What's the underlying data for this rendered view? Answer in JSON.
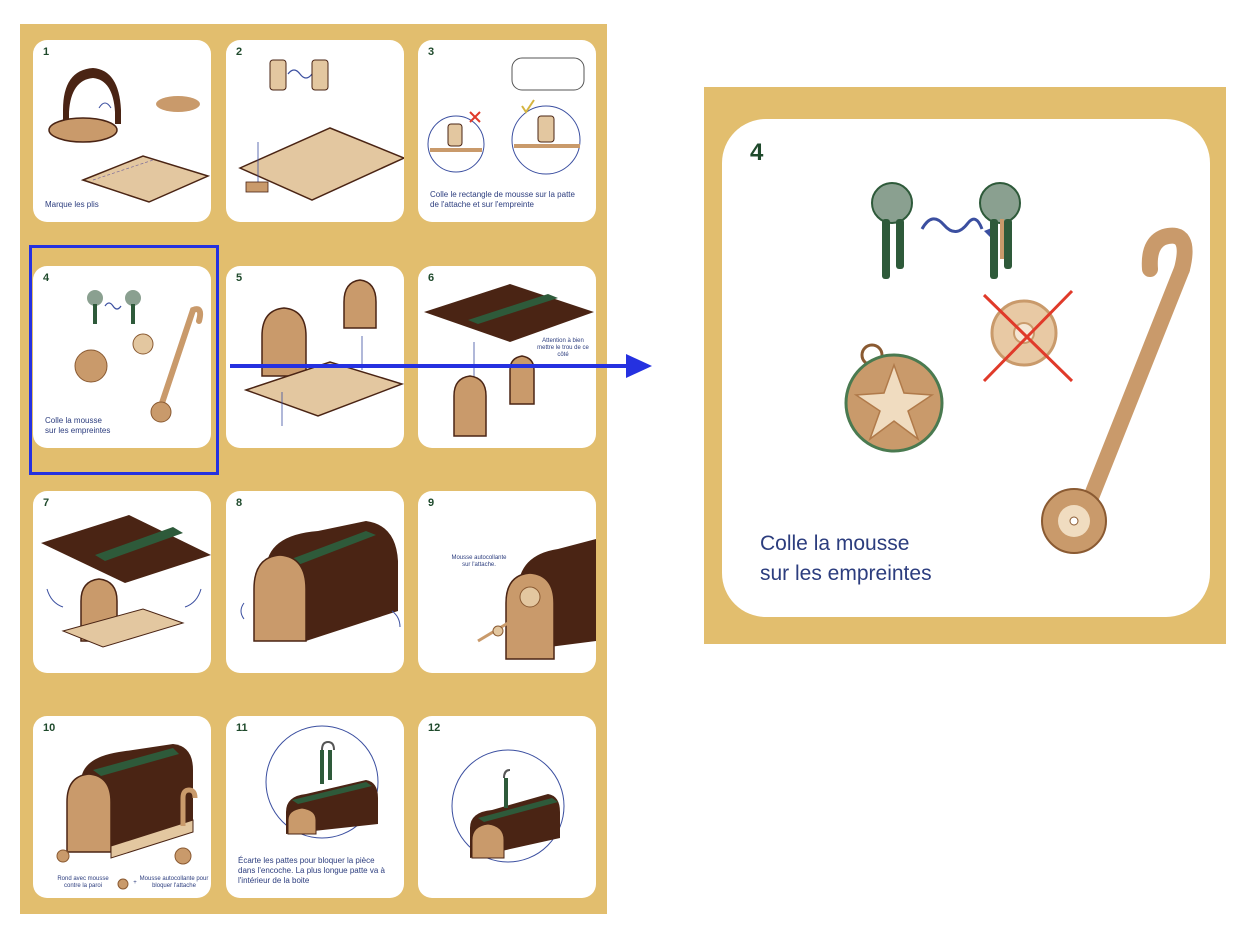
{
  "steps": [
    {
      "num": "1",
      "caption": "Marque les plis"
    },
    {
      "num": "2",
      "caption": ""
    },
    {
      "num": "3",
      "caption": "Colle le rectangle de mousse sur la patte de l'attache et sur l'empreinte"
    },
    {
      "num": "4",
      "caption_line1": "Colle la mousse",
      "caption_line2": "sur les empreintes"
    },
    {
      "num": "5",
      "caption": ""
    },
    {
      "num": "6",
      "caption": "",
      "annotation": "Attention à bien mettre le trou de ce côté"
    },
    {
      "num": "7",
      "caption": ""
    },
    {
      "num": "8",
      "caption": ""
    },
    {
      "num": "9",
      "caption": "",
      "annotation": "Mousse autocollante sur l'attache."
    },
    {
      "num": "10",
      "caption": "",
      "annotation_left": "Rond avec mousse contre la paroi",
      "annotation_plus": "+",
      "annotation_right": "Mousse autocollante pour bloquer l'attache"
    },
    {
      "num": "11",
      "caption": "Écarte les pattes pour bloquer la pièce dans l'encoche. La plus longue patte va à l'intérieur de la boite"
    },
    {
      "num": "12",
      "caption": ""
    }
  ],
  "zoom": {
    "num": "4",
    "caption_line1": "Colle la mousse",
    "caption_line2": "sur les empreintes"
  },
  "colors": {
    "sheet": "#e2be6e",
    "highlight": "#2531e0",
    "title_green": "#1f4a2c",
    "caption_blue": "#2c3d7e",
    "wood": "#c99a6b",
    "dark_wood": "#4a2414",
    "cross_red": "#e03a2a"
  }
}
